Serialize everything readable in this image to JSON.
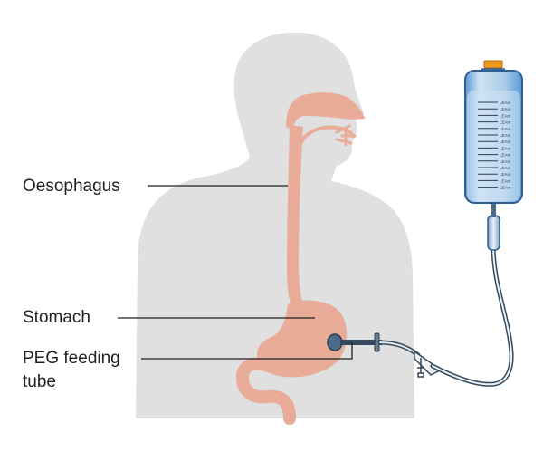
{
  "labels": {
    "oesophagus": "Oesophagus",
    "stomach": "Stomach",
    "peg_line1": "PEG feeding",
    "peg_line2": "tube"
  },
  "bag": {
    "mark_text": "LEAm"
  },
  "colors": {
    "body": "#e0e0e0",
    "organ": "#e8ac98",
    "bag_fill": "#5a9ad6",
    "bag_outline": "#2f5f93",
    "cap": "#f29a1e",
    "tube": "#34495e",
    "leader_line": "#231f20"
  }
}
